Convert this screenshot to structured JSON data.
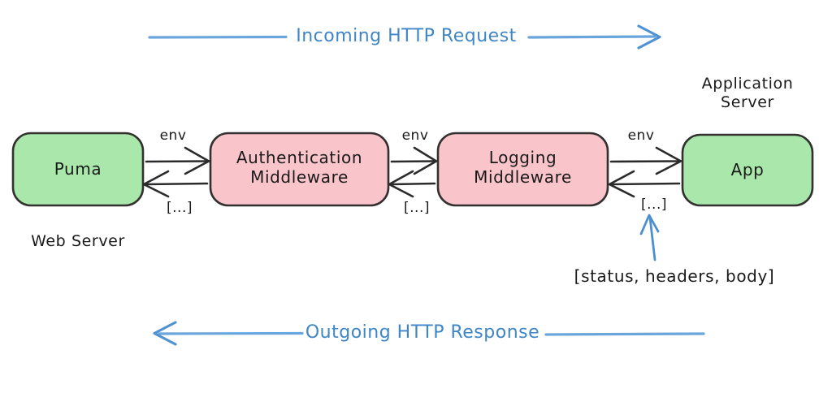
{
  "diagram": {
    "title_flows": {
      "incoming": {
        "label": "Incoming HTTP Request",
        "direction": "right",
        "color": "#4a8fd0"
      },
      "outgoing": {
        "label": "Outgoing HTTP Response",
        "direction": "left",
        "color": "#4a8fd0"
      }
    },
    "nodes": [
      {
        "id": "puma",
        "label": "Puma",
        "caption": "Web Server",
        "caption_position": "below",
        "fill": "#a9e7ab",
        "stroke": "#2f2f2f"
      },
      {
        "id": "auth",
        "label": "Authentication\nMiddleware",
        "caption": "",
        "fill": "#f9c4ca",
        "stroke": "#2f2f2f"
      },
      {
        "id": "logging",
        "label": "Logging\nMiddleware",
        "caption": "",
        "fill": "#f9c4ca",
        "stroke": "#2f2f2f"
      },
      {
        "id": "app",
        "label": "App",
        "caption": "Application\nServer",
        "caption_position": "above",
        "fill": "#a9e7ab",
        "stroke": "#2f2f2f"
      }
    ],
    "edges": [
      {
        "from": "puma",
        "to": "auth",
        "forward_label": "env",
        "return_label": "[...]"
      },
      {
        "from": "auth",
        "to": "logging",
        "forward_label": "env",
        "return_label": "[...]"
      },
      {
        "from": "logging",
        "to": "app",
        "forward_label": "env",
        "return_label": "[...]"
      }
    ],
    "annotation": {
      "label": "[status, headers, body]",
      "points_to": "[...]",
      "arrow_color": "#4a8fd0"
    }
  }
}
